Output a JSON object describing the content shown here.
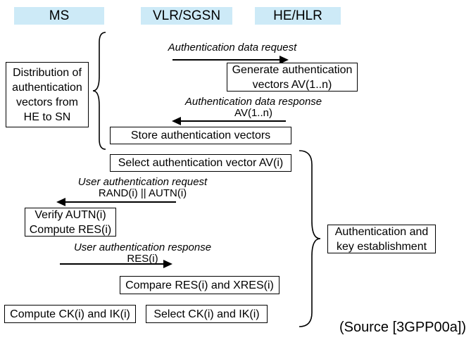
{
  "colors": {
    "entity_fill": "#cdeaf7"
  },
  "entities": {
    "ms": "MS",
    "vlr_sgsn": "VLR/SGSN",
    "he_hlr": "HE/HLR"
  },
  "braces": {
    "distribution": {
      "lines": [
        "Distribution of",
        "authentication",
        "vectors from",
        "HE to SN"
      ]
    },
    "establishment": {
      "lines": [
        "Authentication and",
        "key establishment"
      ]
    }
  },
  "messages": {
    "auth_data_request": {
      "title": "Authentication data request"
    },
    "auth_data_response": {
      "title": "Authentication data response",
      "payload": "AV(1..n)"
    },
    "user_auth_request": {
      "title": "User authentication request",
      "payload": "RAND(i) || AUTN(i)"
    },
    "user_auth_response": {
      "title": "User authentication response",
      "payload": "RES(i)"
    }
  },
  "actions": {
    "generate": {
      "lines": [
        "Generate authentication",
        "vectors AV(1..n)"
      ]
    },
    "store": "Store authentication vectors",
    "select_av": "Select authentication vector AV(i)",
    "verify": {
      "lines": [
        "Verify AUTN(i)",
        "Compute RES(i)"
      ]
    },
    "compare": "Compare RES(i) and XRES(i)",
    "compute_ck_ik": "Compute CK(i) and IK(i)",
    "select_ck_ik": "Select CK(i) and IK(i)"
  },
  "source_citation": "(Source [3GPP00a])"
}
